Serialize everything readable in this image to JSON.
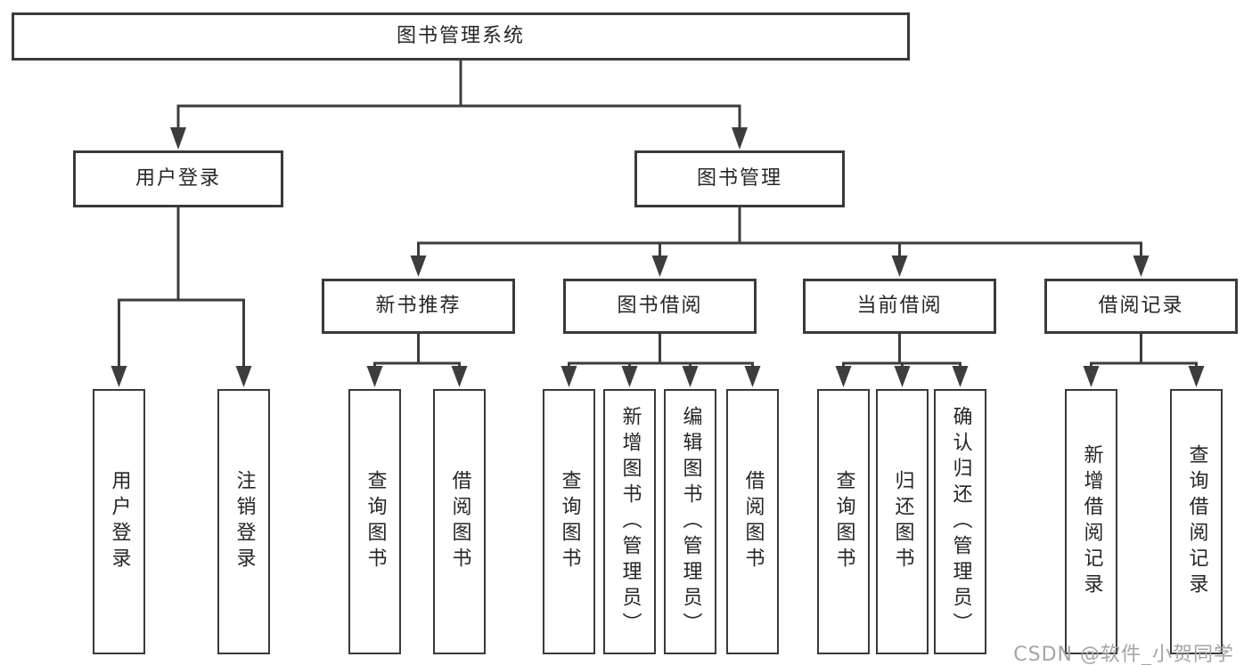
{
  "tree": {
    "root": {
      "label": "图书管理系统"
    },
    "level2": [
      {
        "label": "用户登录"
      },
      {
        "label": "图书管理"
      }
    ],
    "level3": [
      {
        "label": "新书推荐"
      },
      {
        "label": "图书借阅"
      },
      {
        "label": "当前借阅"
      },
      {
        "label": "借阅记录"
      }
    ],
    "leaves": {
      "user_login": [
        {
          "label": "用户登录"
        },
        {
          "label": "注销登录"
        }
      ],
      "new_book_recommend": [
        {
          "label": "查询图书"
        },
        {
          "label": "借阅图书"
        }
      ],
      "book_borrow": [
        {
          "label": "查询图书"
        },
        {
          "label": "新增图书（管理员）"
        },
        {
          "label": "编辑图书（管理员）"
        },
        {
          "label": "借阅图书"
        }
      ],
      "current_borrow": [
        {
          "label": "查询图书"
        },
        {
          "label": "归还图书"
        },
        {
          "label": "确认归还（管理员）"
        }
      ],
      "borrow_records": [
        {
          "label": "新增借阅记录"
        },
        {
          "label": "查询借阅记录"
        }
      ]
    }
  },
  "watermark": {
    "text": "CSDN @软件_小贺同学"
  },
  "colors": {
    "line": "#3d3d3d",
    "border": "#3a3a3a",
    "text": "#262626",
    "watermark": "#a5a5a5",
    "background": "#ffffff"
  }
}
